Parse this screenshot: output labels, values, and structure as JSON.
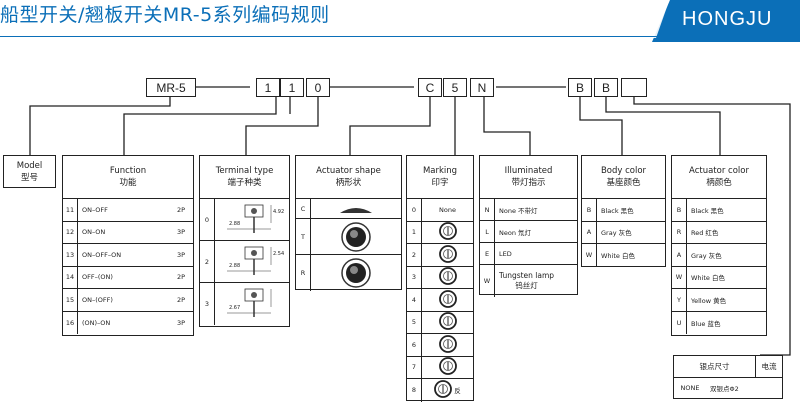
{
  "title": "船型开关/翘板开关MR-5系列编码规则",
  "brand": "HONGJU",
  "code_boxes": [
    "MR-5",
    "1",
    "1",
    "0",
    "C",
    "5",
    "N",
    "B",
    "B",
    ""
  ],
  "columns": {
    "model": {
      "title_en": "Model",
      "title_cn": "型号"
    },
    "function": {
      "title_en": "Function",
      "title_cn": "功能",
      "rows": [
        {
          "code": "11",
          "label": "ON–OFF",
          "poles": "2P"
        },
        {
          "code": "12",
          "label": "ON–ON",
          "poles": "3P"
        },
        {
          "code": "13",
          "label": "ON–OFF–ON",
          "poles": "3P"
        },
        {
          "code": "14",
          "label": "OFF–(ON)",
          "poles": "2P"
        },
        {
          "code": "15",
          "label": "ON–(OFF)",
          "poles": "2P"
        },
        {
          "code": "16",
          "label": "(ON)–ON",
          "poles": "3P"
        }
      ]
    },
    "terminal": {
      "title_en": "Terminal type",
      "title_cn": "端子种类",
      "rows": [
        {
          "code": "0",
          "dims": [
            "2.88",
            "4.92"
          ]
        },
        {
          "code": "2",
          "dims": [
            "2.88",
            "2.54"
          ]
        },
        {
          "code": "3",
          "dims": [
            "2.67"
          ]
        }
      ]
    },
    "actuator_shape": {
      "title_en": "Actuator shape",
      "title_cn": "柄形状",
      "rows": [
        {
          "code": "C"
        },
        {
          "code": "T"
        },
        {
          "code": "R"
        }
      ]
    },
    "marking": {
      "title_en": "Marking",
      "title_cn": "印字",
      "rows": [
        {
          "code": "0",
          "label": "None"
        },
        {
          "code": "1",
          "label": ""
        },
        {
          "code": "2",
          "label": ""
        },
        {
          "code": "3",
          "label": ""
        },
        {
          "code": "4",
          "label": ""
        },
        {
          "code": "5",
          "label": ""
        },
        {
          "code": "6",
          "label": ""
        },
        {
          "code": "7",
          "label": ""
        },
        {
          "code": "8",
          "label": "反"
        }
      ]
    },
    "illuminated": {
      "title_en": "Illuminated",
      "title_cn": "带灯指示",
      "rows": [
        {
          "code": "N",
          "label": "None  不带灯"
        },
        {
          "code": "L",
          "label": "Neon  氖灯"
        },
        {
          "code": "E",
          "label": "LED"
        },
        {
          "code": "W",
          "label": "Tungsten lamp",
          "label2": "钨丝灯"
        }
      ]
    },
    "body_color": {
      "title_en": "Body color",
      "title_cn": "基座颜色",
      "rows": [
        {
          "code": "B",
          "label": "Black  黑色"
        },
        {
          "code": "A",
          "label": "Gray  灰色"
        },
        {
          "code": "W",
          "label": "White  白色"
        }
      ]
    },
    "actuator_color": {
      "title_en": "Actuator color",
      "title_cn": "柄颜色",
      "rows": [
        {
          "code": "B",
          "label": "Black  黑色"
        },
        {
          "code": "R",
          "label": "Red  红色"
        },
        {
          "code": "A",
          "label": "Gray  灰色"
        },
        {
          "code": "W",
          "label": "White  白色"
        },
        {
          "code": "Y",
          "label": "Yellow  黄色"
        },
        {
          "code": "U",
          "label": "Blue  蓝色"
        }
      ]
    },
    "silver": {
      "title_cn": "银点尺寸",
      "title_cn2": "电流",
      "rows": [
        {
          "code": "NONE",
          "label": "双银点Φ2"
        }
      ]
    }
  },
  "colors": {
    "brand_bg": "#0b6fb8",
    "title": "#0b6fb8",
    "line": "#222222"
  }
}
